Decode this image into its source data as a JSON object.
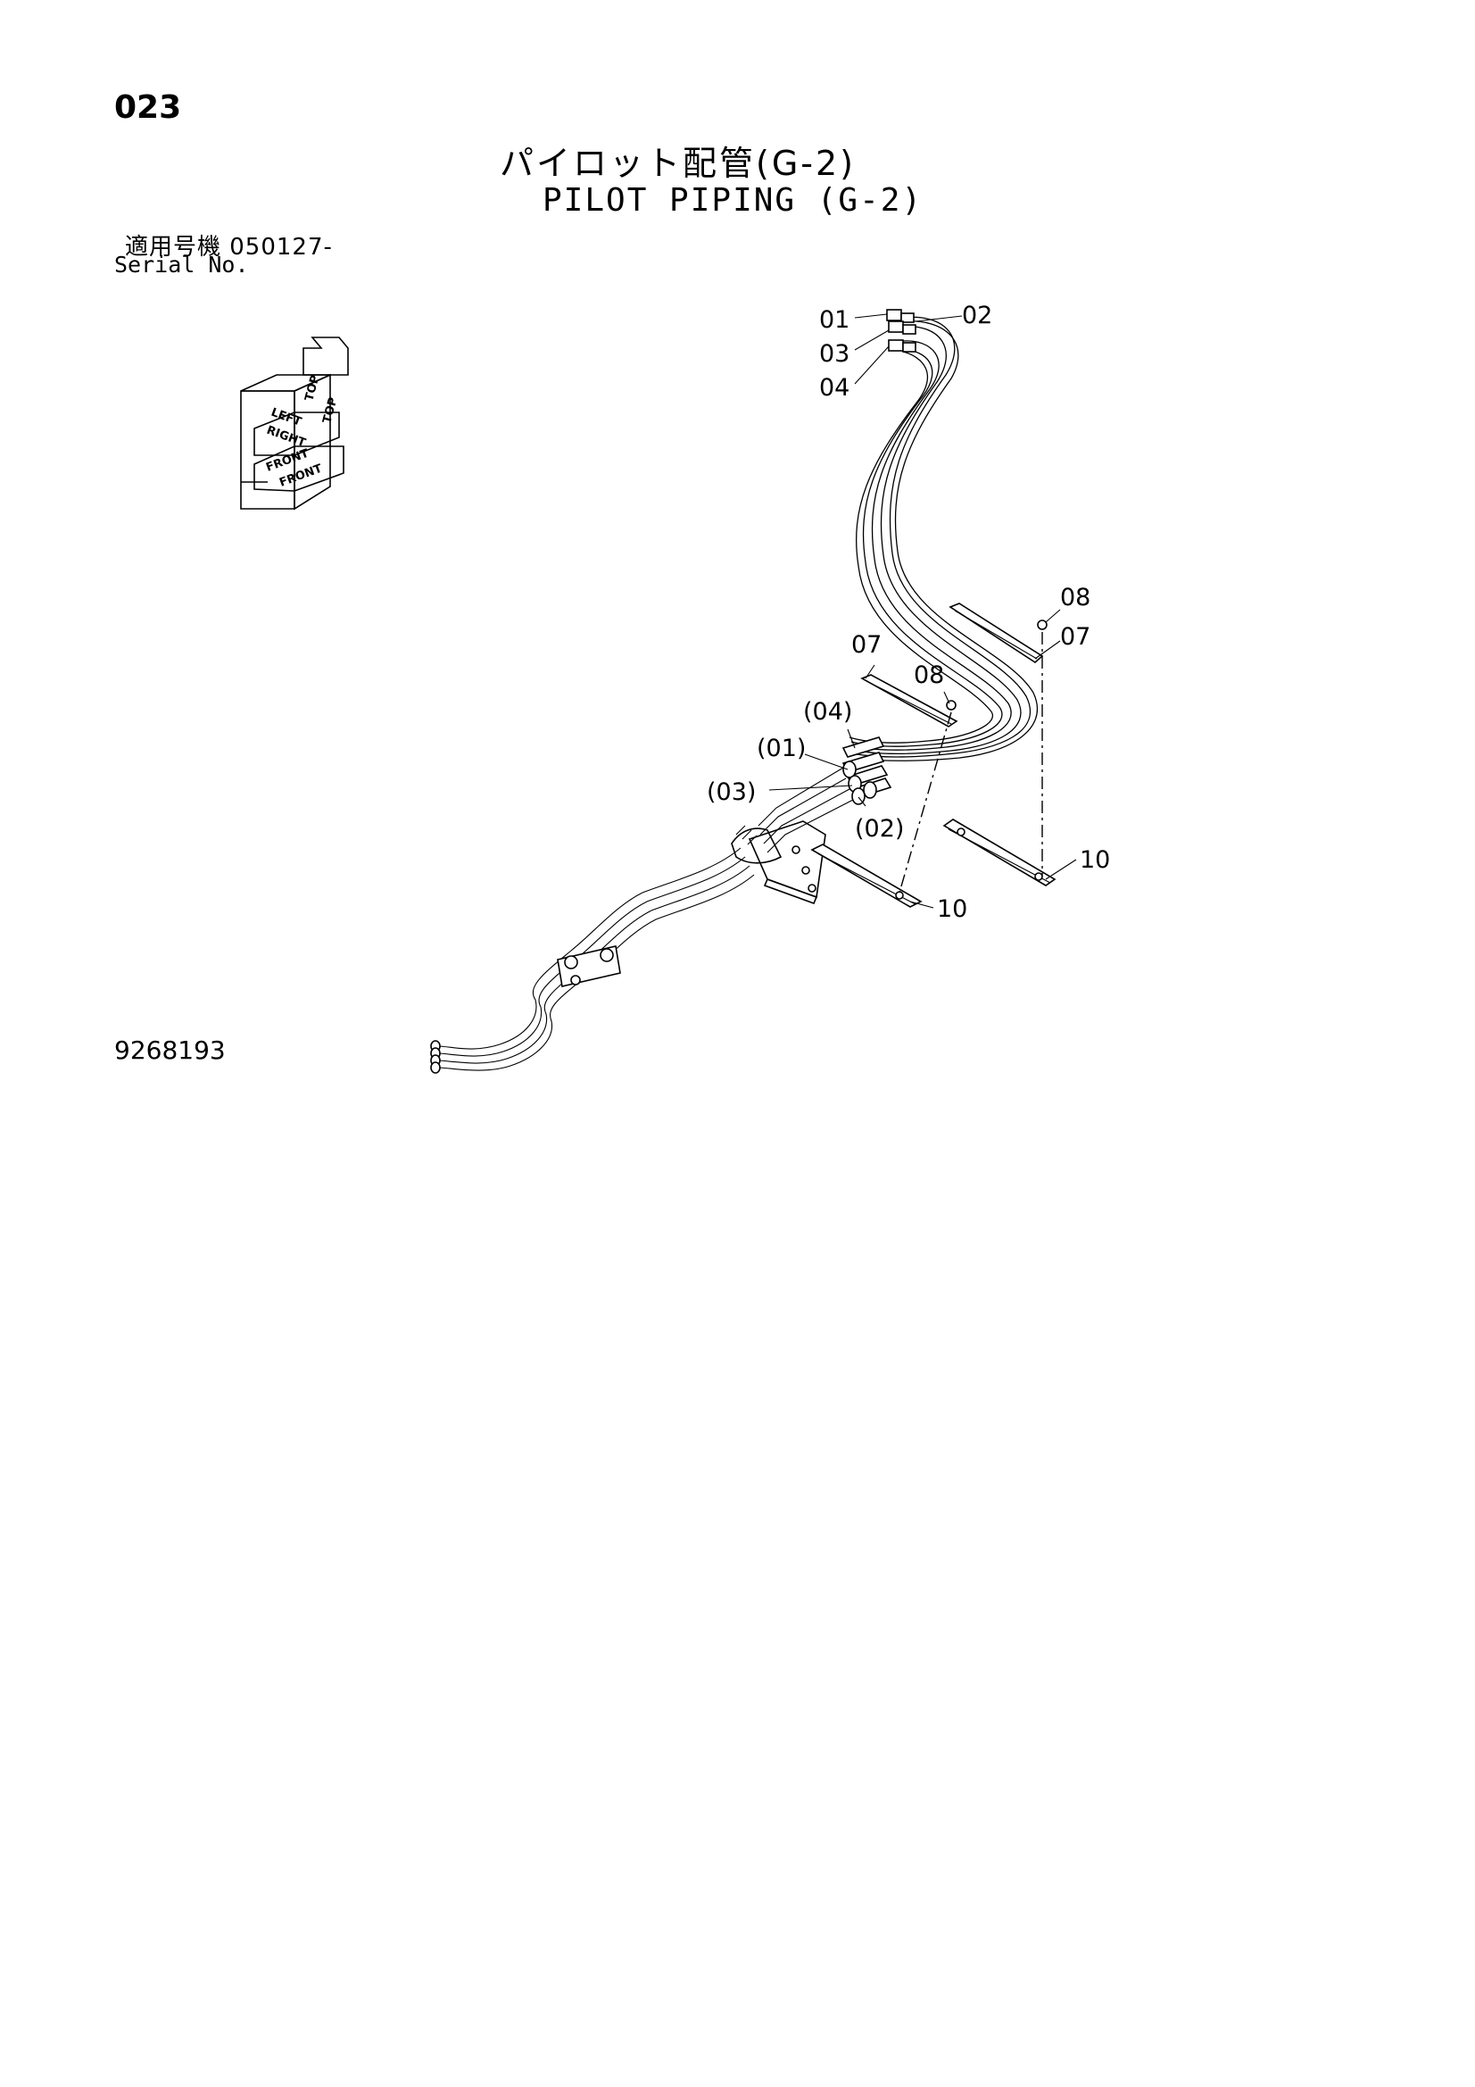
{
  "page": {
    "number": "023",
    "title_jp": "パイロット配管(G-2)",
    "title_en": "PILOT PIPING (G-2)",
    "serial_label_jp": "適用号機 050127-",
    "serial_label_en": "Serial No.",
    "drawing_number": "9268193"
  },
  "orientation_cube": {
    "top": "TOP",
    "left": "LEFT",
    "right": "RIGHT",
    "front": "FRONT"
  },
  "callouts": {
    "c01": "01",
    "c02": "02",
    "c03": "03",
    "c04": "04",
    "c07a": "07",
    "c07b": "07",
    "c08a": "08",
    "c08b": "08",
    "c10a": "10",
    "c10b": "10",
    "p04": "(04)",
    "p01": "(01)",
    "p03": "(03)",
    "p02": "(02)"
  }
}
